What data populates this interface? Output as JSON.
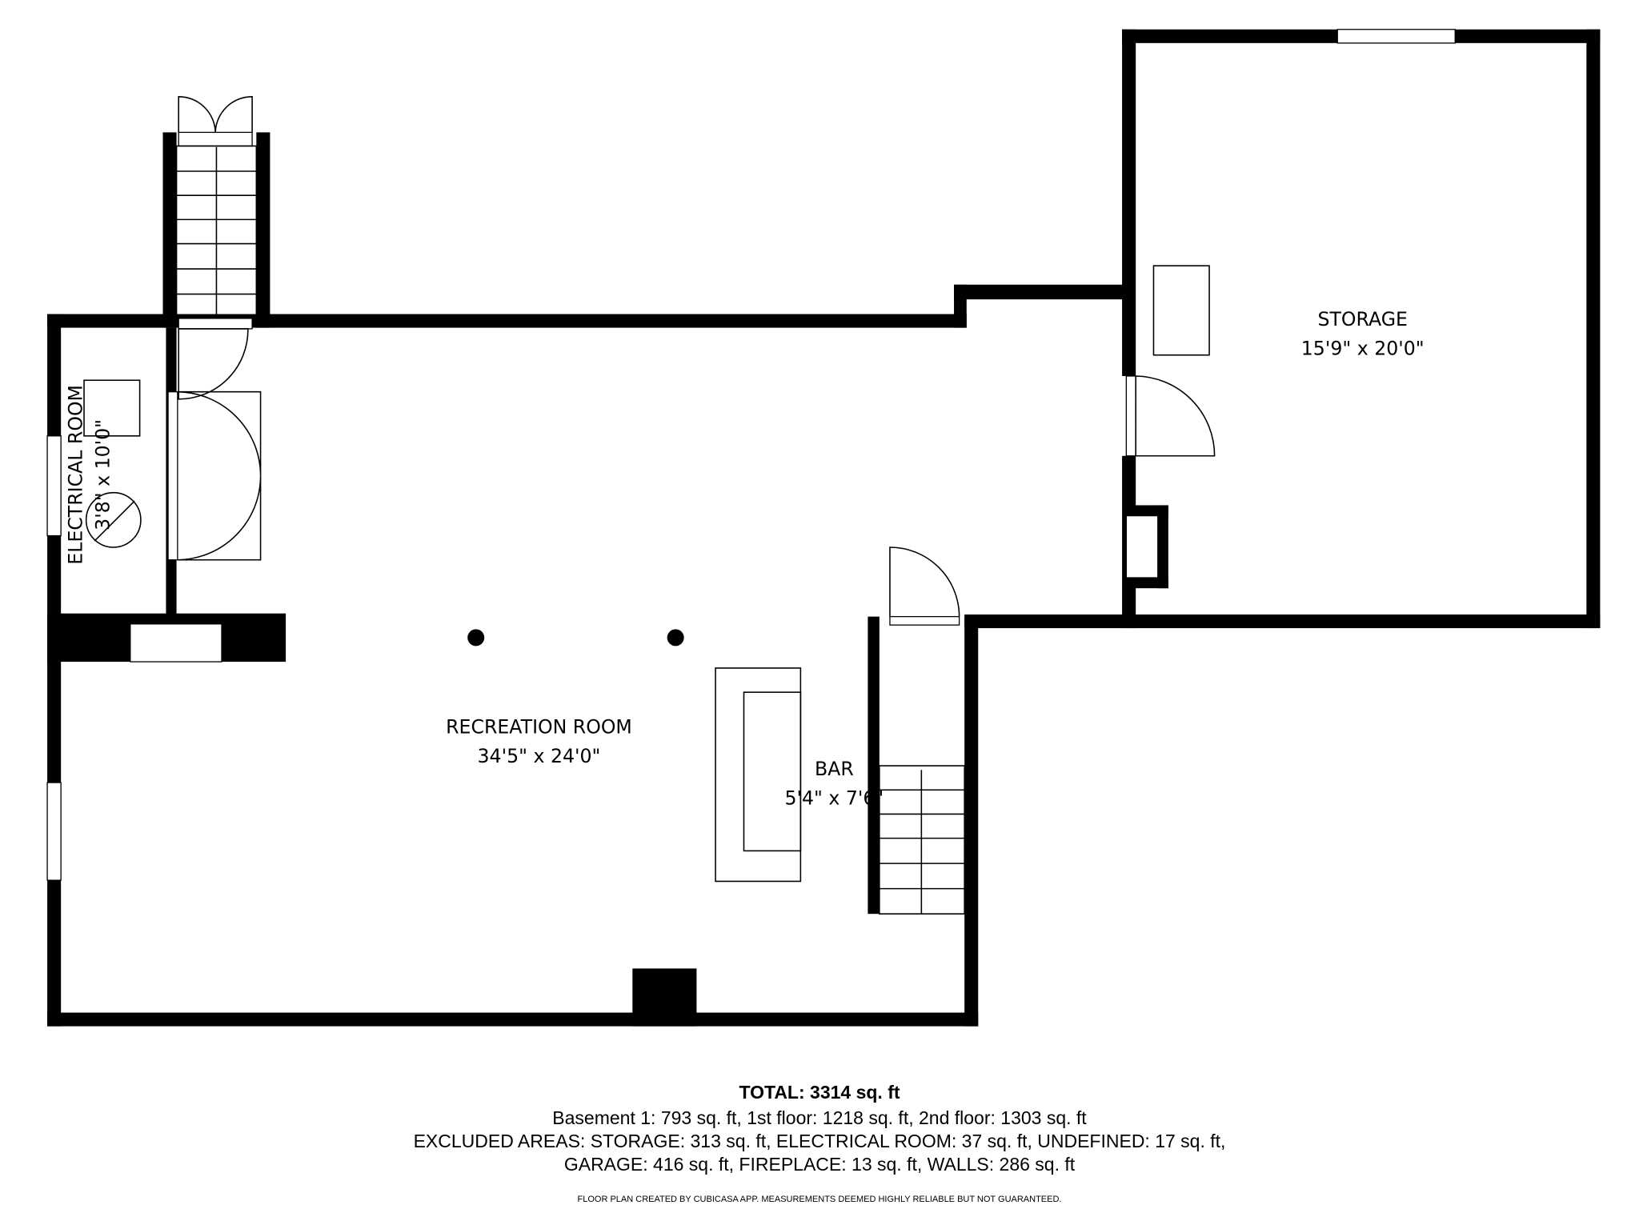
{
  "rooms": {
    "storage": {
      "name": "STORAGE",
      "size": "15'9\" x 20'0\""
    },
    "electrical": {
      "name": "ELECTRICAL ROOM",
      "size": "3'8\" x 10'0\""
    },
    "recreation": {
      "name": "RECREATION ROOM",
      "size": "34'5\" x 24'0\""
    },
    "bar": {
      "name": "BAR",
      "size": "5'4\" x 7'6\""
    }
  },
  "summary": {
    "total": "TOTAL: 3314 sq. ft",
    "floors": "Basement 1: 793 sq. ft, 1st floor: 1218 sq. ft, 2nd floor: 1303 sq. ft",
    "excluded_1": "EXCLUDED AREAS: STORAGE: 313 sq. ft, ELECTRICAL ROOM: 37 sq. ft, UNDEFINED: 17 sq. ft,",
    "excluded_2": "GARAGE: 416 sq. ft, FIREPLACE: 13 sq. ft, WALLS: 286 sq. ft",
    "credit": "FLOOR PLAN CREATED BY CUBICASA APP. MEASUREMENTS DEEMED HIGHLY RELIABLE BUT NOT GUARANTEED."
  }
}
